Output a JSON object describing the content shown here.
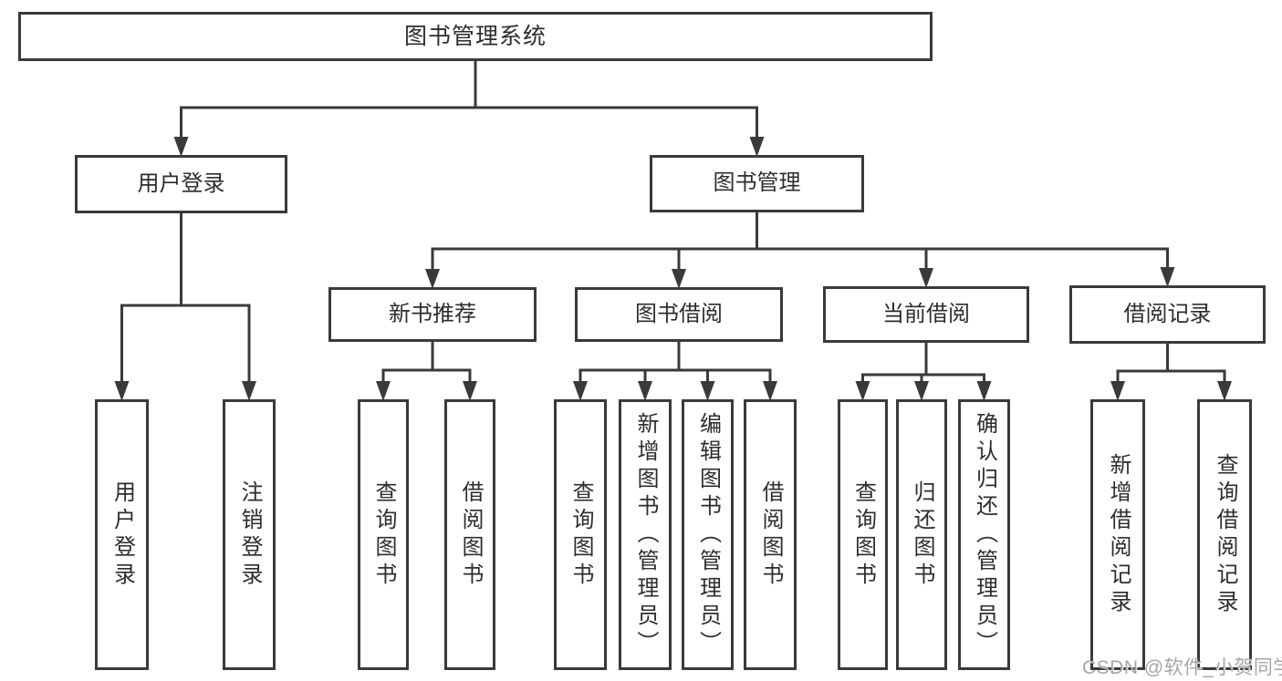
{
  "watermark": "CSDN @软件_小贺同学",
  "colors": {
    "line": "#3a3a3a",
    "text": "#2d2d2d",
    "background": "#ffffff",
    "watermark": "#a6a6a6"
  },
  "tree": {
    "id": "root",
    "label": "图书管理系统",
    "children": [
      {
        "id": "user-login",
        "label": "用户登录",
        "children": [
          {
            "id": "user-login-leaf",
            "label": "用户登录"
          },
          {
            "id": "logout",
            "label": "注销登录"
          }
        ]
      },
      {
        "id": "book-mgmt",
        "label": "图书管理",
        "children": [
          {
            "id": "new-book-rec",
            "label": "新书推荐",
            "children": [
              {
                "id": "nbr-query",
                "label": "查询图书"
              },
              {
                "id": "nbr-borrow",
                "label": "借阅图书"
              }
            ]
          },
          {
            "id": "book-borrow",
            "label": "图书借阅",
            "children": [
              {
                "id": "bb-query",
                "label": "查询图书"
              },
              {
                "id": "bb-add",
                "label": "新增图书（管理员）"
              },
              {
                "id": "bb-edit",
                "label": "编辑图书（管理员）"
              },
              {
                "id": "bb-borrow",
                "label": "借阅图书"
              }
            ]
          },
          {
            "id": "current-borrow",
            "label": "当前借阅",
            "children": [
              {
                "id": "cb-query",
                "label": "查询图书"
              },
              {
                "id": "cb-return",
                "label": "归还图书"
              },
              {
                "id": "cb-confirm",
                "label": "确认归还（管理员）"
              }
            ]
          },
          {
            "id": "borrow-records",
            "label": "借阅记录",
            "children": [
              {
                "id": "br-add",
                "label": "新增借阅记录"
              },
              {
                "id": "br-query",
                "label": "查询借阅记录"
              }
            ]
          }
        ]
      }
    ]
  }
}
